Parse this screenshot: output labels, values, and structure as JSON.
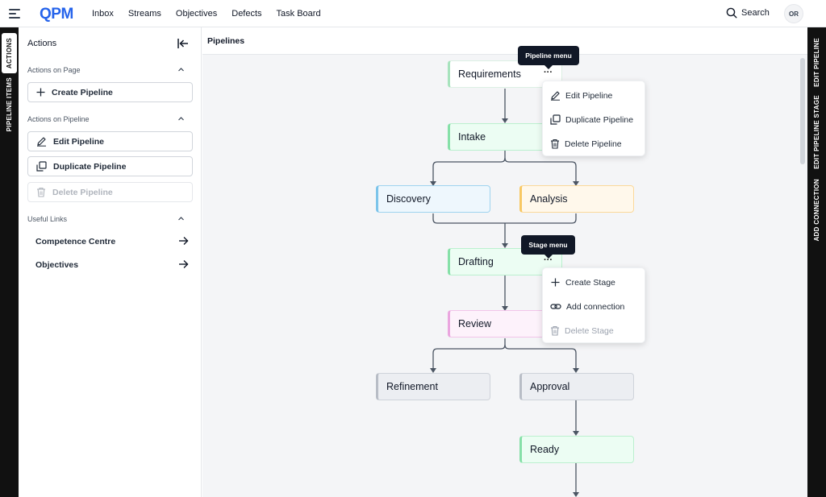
{
  "app": {
    "logo": "QPM"
  },
  "nav": {
    "items": [
      "Inbox",
      "Streams",
      "Objectives",
      "Defects",
      "Task Board"
    ]
  },
  "search": {
    "label": "Search"
  },
  "user": {
    "initials": "OR"
  },
  "left_rail": {
    "tabs": [
      "ACTIONS",
      "PIPELINE ITEMS"
    ],
    "active": "ACTIONS"
  },
  "right_rail": {
    "tabs": [
      "EDIT PIPELINE",
      "EDIT PIPELINE STAGE",
      "ADD CONNECTION"
    ]
  },
  "actions_panel": {
    "title": "Actions",
    "page_section": {
      "title": "Actions on Page",
      "create": "Create Pipeline"
    },
    "pipeline_section": {
      "title": "Actions on Pipeline",
      "edit": "Edit Pipeline",
      "duplicate": "Duplicate Pipeline",
      "delete": "Delete Pipeline"
    },
    "links_section": {
      "title": "Useful Links",
      "links": [
        "Competence Centre",
        "Objectives"
      ]
    }
  },
  "canvas": {
    "title": "Pipelines",
    "stages": {
      "requirements": "Requirements",
      "intake": "Intake",
      "discovery": "Discovery",
      "analysis": "Analysis",
      "drafting": "Drafting",
      "review": "Review",
      "refinement": "Refinement",
      "approval": "Approval",
      "ready": "Ready"
    },
    "more_glyph": "···",
    "pipeline_menu": {
      "tooltip": "Pipeline menu",
      "items": [
        "Edit Pipeline",
        "Duplicate Pipeline",
        "Delete Pipeline"
      ]
    },
    "stage_menu": {
      "tooltip": "Stage menu",
      "items": [
        "Create Stage",
        "Add connection",
        "Delete Stage"
      ],
      "disabled_item": "Delete Stage"
    }
  },
  "colors": {
    "brand": "#2563eb",
    "rail": "#111111",
    "tooltip": "#111827"
  }
}
